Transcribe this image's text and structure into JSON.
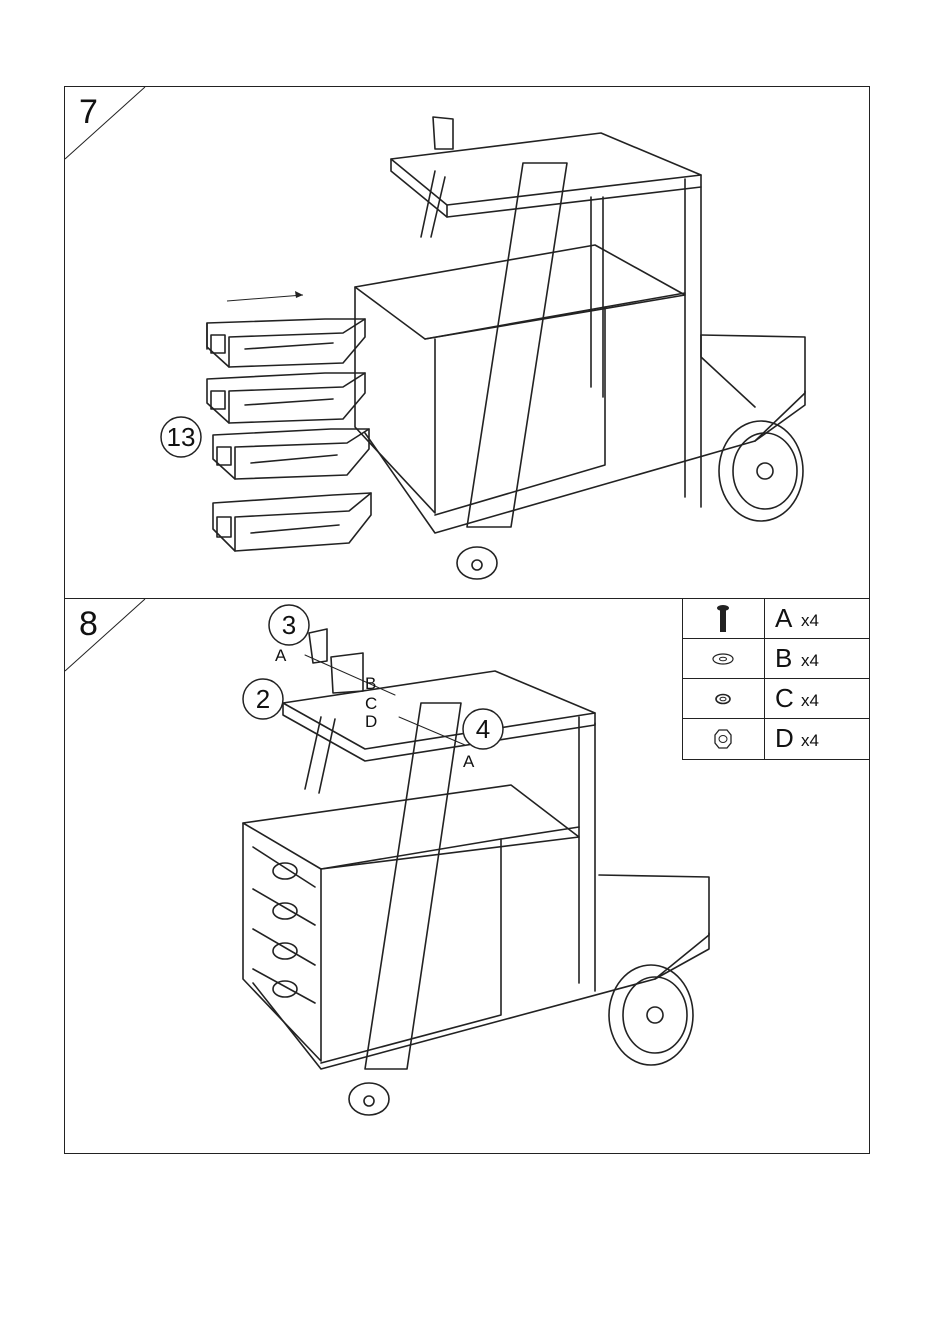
{
  "steps": {
    "step7": {
      "number": "7",
      "callout": "13"
    },
    "step8": {
      "number": "8",
      "callouts": [
        "3",
        "2",
        "4"
      ],
      "part_letters": [
        "A",
        "B",
        "C",
        "D",
        "A"
      ]
    }
  },
  "legend": [
    {
      "icon": "bolt-icon",
      "letter": "A",
      "qty": "x4"
    },
    {
      "icon": "flat-washer-icon",
      "letter": "B",
      "qty": "x4"
    },
    {
      "icon": "spring-washer-icon",
      "letter": "C",
      "qty": "x4"
    },
    {
      "icon": "hex-nut-icon",
      "letter": "D",
      "qty": "x4"
    }
  ]
}
